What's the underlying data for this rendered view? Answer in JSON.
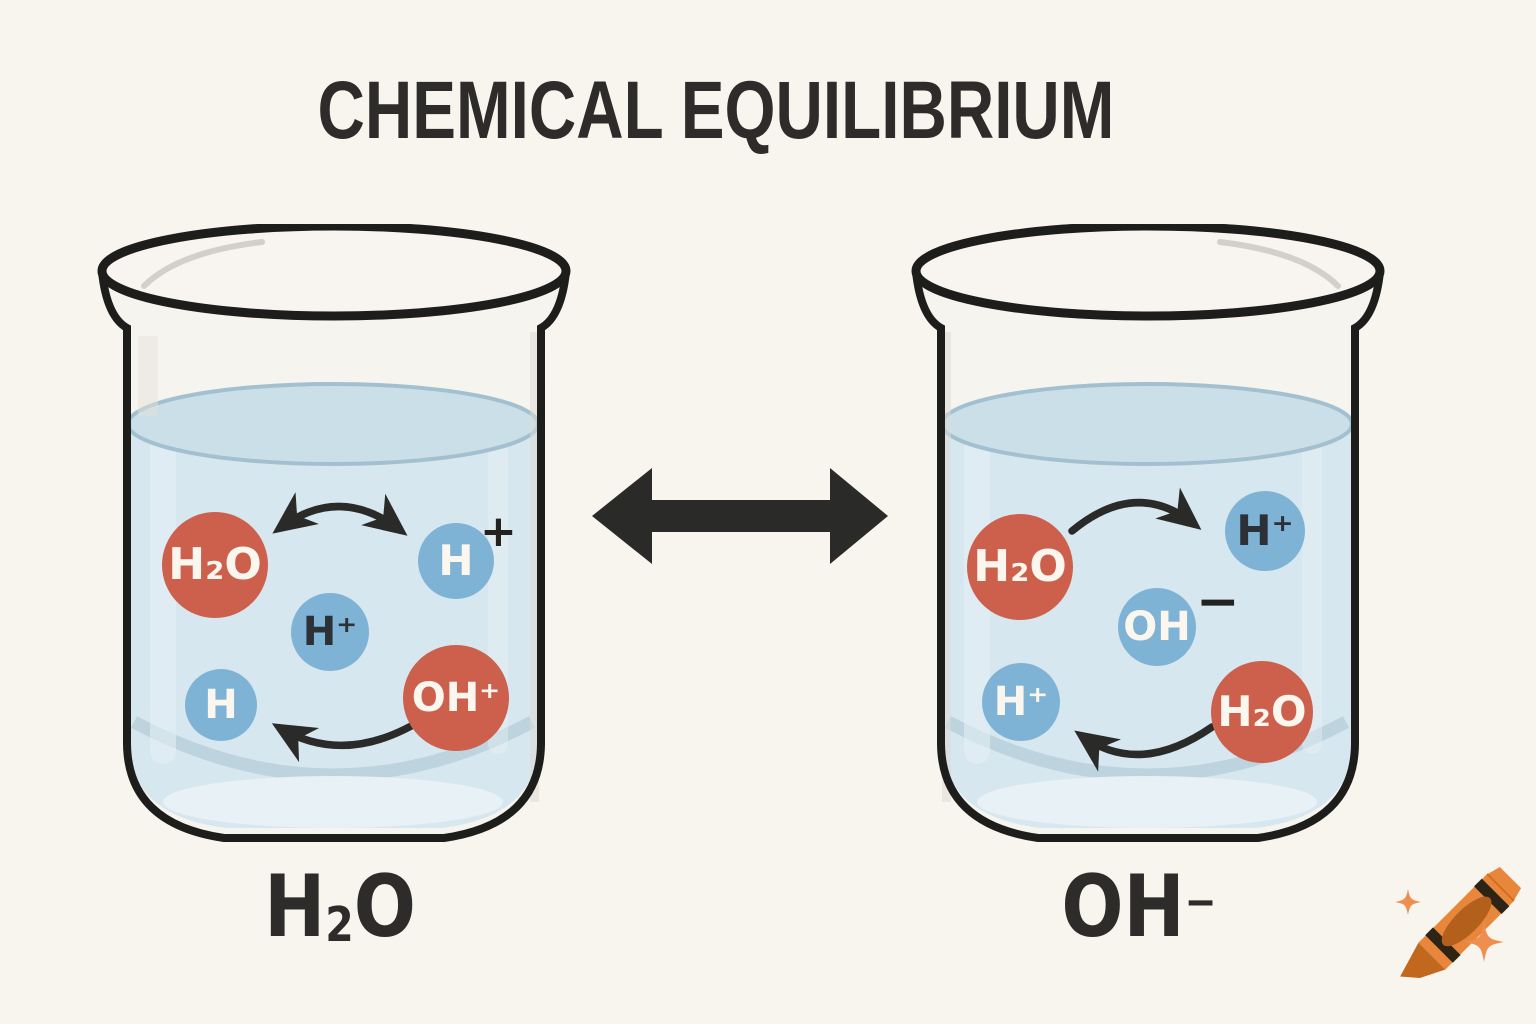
{
  "title": "CHEMICAL EQUILIBRIUM",
  "colors": {
    "background": "#f8f5ee",
    "outline": "#1d1d1b",
    "arrow": "#2a2a28",
    "water": "#d7e7ef",
    "water_surface": "#cbdfe9",
    "molecule_red": "#cd604c",
    "molecule_blue": "#7fb3d6",
    "molecule_text_light": "#fbf7ef",
    "molecule_text_dark": "#2b3137",
    "label_text": "#2d2c2a",
    "crayon_orange": "#e8873b"
  },
  "beakers": [
    {
      "side": "left",
      "label": {
        "p1": "H",
        "sub": "2",
        "p2": "O"
      },
      "molecules": [
        {
          "text": "H₂O"
        },
        {
          "text": "H",
          "sign": "+"
        },
        {
          "text": "H⁺"
        },
        {
          "text": "H"
        },
        {
          "text": "OH⁺"
        }
      ]
    },
    {
      "side": "right",
      "label": {
        "p1": "OH",
        "sup": "−"
      },
      "molecules": [
        {
          "text": "H₂O"
        },
        {
          "text": "H⁺"
        },
        {
          "text": "OH",
          "sign": "−"
        },
        {
          "text": "H⁺"
        },
        {
          "text": "H₂O"
        }
      ]
    }
  ],
  "watermark": {
    "icon": "crayon-icon"
  }
}
